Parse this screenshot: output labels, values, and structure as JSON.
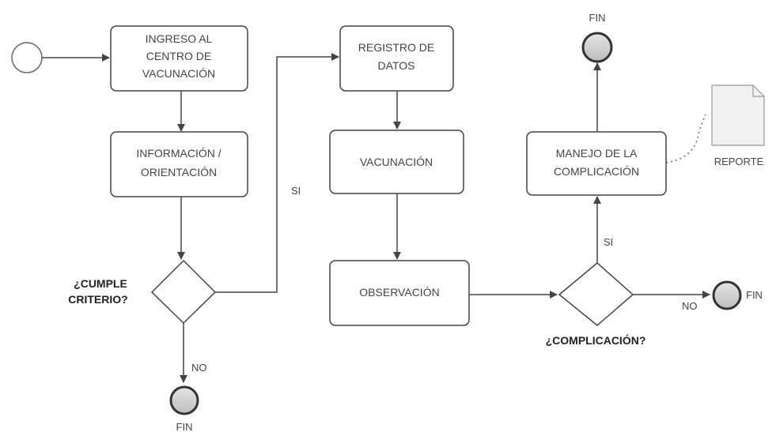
{
  "nodes": {
    "ingreso": {
      "line1": "INGRESO AL",
      "line2": "CENTRO DE",
      "line3": "VACUNACIÓN"
    },
    "informacion": {
      "line1": "INFORMACIÓN /",
      "line2": "ORIENTACIÓN"
    },
    "registro": {
      "line1": "REGISTRO DE",
      "line2": "DATOS"
    },
    "vacunacion": {
      "line1": "VACUNACIÓN"
    },
    "observacion": {
      "line1": "OBSERVACIÓN"
    },
    "manejo": {
      "line1": "MANEJO DE LA",
      "line2": "COMPLICACIÓN"
    },
    "reporte": {
      "label": "REPORTE"
    }
  },
  "decisions": {
    "cumple": {
      "line1": "¿CUMPLE",
      "line2": "CRITERIO?"
    },
    "complicacion": {
      "label": "¿COMPLICACIÓN?"
    }
  },
  "labels": {
    "si_1": "SI",
    "no_1": "NO",
    "si_2": "SI",
    "no_2": "NO"
  },
  "ends": {
    "fin_bottom": "FIN",
    "fin_top": "FIN",
    "fin_right": "FIN"
  }
}
